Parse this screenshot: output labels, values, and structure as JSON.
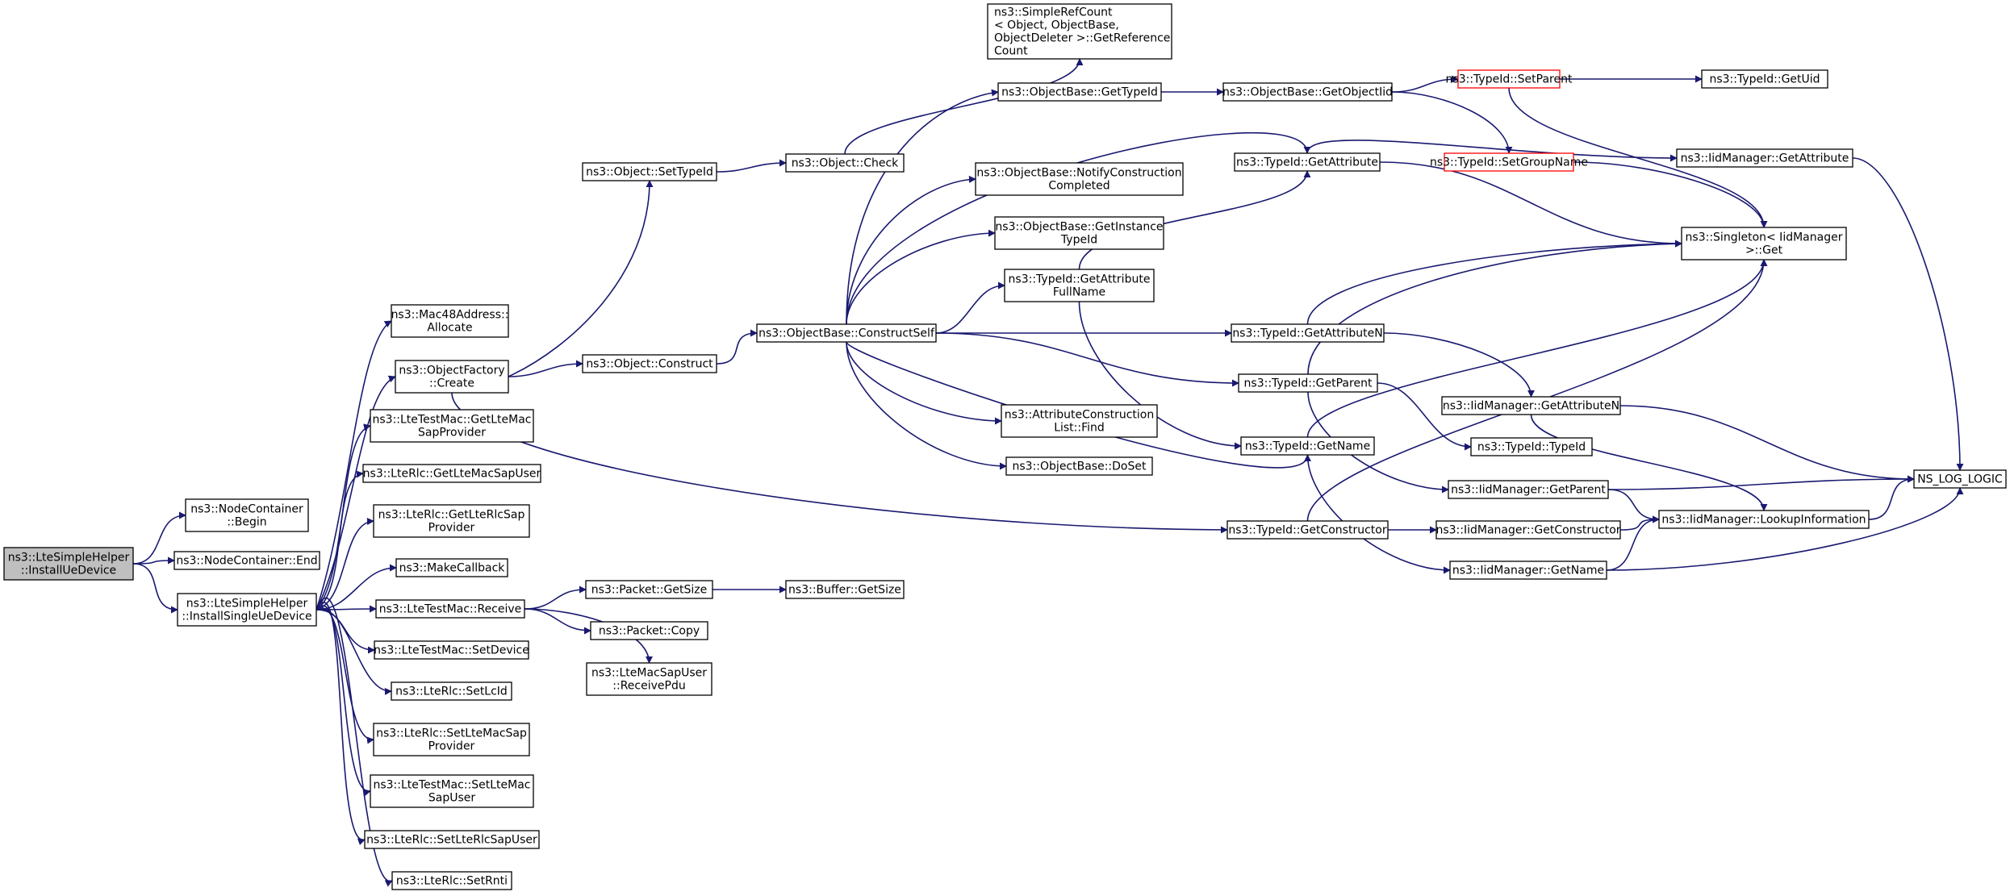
{
  "colors": {
    "edge": "#191970",
    "node_border": "#000000",
    "node_fill": "#ffffff",
    "root_fill": "#bfbfbf",
    "truncated_border": "#ff0000"
  },
  "nodes": [
    {
      "id": "root",
      "lines": [
        "ns3::LteSimpleHelper",
        "::InstallUeDevice"
      ],
      "style": "root"
    },
    {
      "id": "nc_begin",
      "lines": [
        "ns3::NodeContainer",
        "::Begin"
      ]
    },
    {
      "id": "nc_end",
      "lines": [
        "ns3::NodeContainer::End"
      ]
    },
    {
      "id": "install_single",
      "lines": [
        "ns3::LteSimpleHelper",
        "::InstallSingleUeDevice"
      ]
    },
    {
      "id": "mac48",
      "lines": [
        "ns3::Mac48Address::",
        "Allocate"
      ]
    },
    {
      "id": "objfactory",
      "lines": [
        "ns3::ObjectFactory",
        "::Create"
      ]
    },
    {
      "id": "getltemacsapprov",
      "lines": [
        "ns3::LteTestMac::GetLteMac",
        "SapProvider"
      ]
    },
    {
      "id": "getltemacsapuser",
      "lines": [
        "ns3::LteRlc::GetLteMacSapUser"
      ]
    },
    {
      "id": "getlterlcsapprov",
      "lines": [
        "ns3::LteRlc::GetLteRlcSap",
        "Provider"
      ]
    },
    {
      "id": "makecallback",
      "lines": [
        "ns3::MakeCallback"
      ]
    },
    {
      "id": "receive",
      "lines": [
        "ns3::LteTestMac::Receive"
      ]
    },
    {
      "id": "setdevice",
      "lines": [
        "ns3::LteTestMac::SetDevice"
      ]
    },
    {
      "id": "setlcid",
      "lines": [
        "ns3::LteRlc::SetLcId"
      ]
    },
    {
      "id": "setltemacsapprov",
      "lines": [
        "ns3::LteRlc::SetLteMacSap",
        "Provider"
      ]
    },
    {
      "id": "setltemacsapuser",
      "lines": [
        "ns3::LteTestMac::SetLteMac",
        "SapUser"
      ]
    },
    {
      "id": "setlterlcsapuser",
      "lines": [
        "ns3::LteRlc::SetLteRlcSapUser"
      ]
    },
    {
      "id": "setrnti",
      "lines": [
        "ns3::LteRlc::SetRnti"
      ]
    },
    {
      "id": "obj_settypeid",
      "lines": [
        "ns3::Object::SetTypeId"
      ]
    },
    {
      "id": "obj_construct",
      "lines": [
        "ns3::Object::Construct"
      ]
    },
    {
      "id": "pkt_getsize",
      "lines": [
        "ns3::Packet::GetSize"
      ]
    },
    {
      "id": "pkt_copy",
      "lines": [
        "ns3::Packet::Copy"
      ]
    },
    {
      "id": "receivepdu",
      "lines": [
        "ns3::LteMacSapUser",
        "::ReceivePdu"
      ]
    },
    {
      "id": "obj_check",
      "lines": [
        "ns3::Object::Check"
      ]
    },
    {
      "id": "buf_getsize",
      "lines": [
        "ns3::Buffer::GetSize"
      ]
    },
    {
      "id": "constructself",
      "lines": [
        "ns3::ObjectBase::ConstructSelf"
      ]
    },
    {
      "id": "simplerefcount",
      "lines": [
        "ns3::SimpleRefCount",
        "< Object, ObjectBase,",
        "ObjectDeleter >::GetReference",
        "Count"
      ],
      "align": "left"
    },
    {
      "id": "ob_gettypeid",
      "lines": [
        "ns3::ObjectBase::GetTypeId"
      ]
    },
    {
      "id": "ob_notify",
      "lines": [
        "ns3::ObjectBase::NotifyConstruction",
        "Completed"
      ]
    },
    {
      "id": "ob_getinstance",
      "lines": [
        "ns3::ObjectBase::GetInstance",
        "TypeId"
      ]
    },
    {
      "id": "tid_getattrfullname",
      "lines": [
        "ns3::TypeId::GetAttribute",
        "FullName"
      ]
    },
    {
      "id": "acl_find",
      "lines": [
        "ns3::AttributeConstruction",
        "List::Find"
      ]
    },
    {
      "id": "ob_doset",
      "lines": [
        "ns3::ObjectBase::DoSet"
      ]
    },
    {
      "id": "ob_getobjectiid",
      "lines": [
        "ns3::ObjectBase::GetObjectIid"
      ]
    },
    {
      "id": "tid_getattribute",
      "lines": [
        "ns3::TypeId::GetAttribute"
      ]
    },
    {
      "id": "tid_getattributen",
      "lines": [
        "ns3::TypeId::GetAttributeN"
      ]
    },
    {
      "id": "tid_getparent",
      "lines": [
        "ns3::TypeId::GetParent"
      ]
    },
    {
      "id": "tid_getname",
      "lines": [
        "ns3::TypeId::GetName"
      ]
    },
    {
      "id": "tid_getconstructor",
      "lines": [
        "ns3::TypeId::GetConstructor"
      ]
    },
    {
      "id": "tid_setparent",
      "lines": [
        "ns3::TypeId::SetParent"
      ],
      "style": "truncated"
    },
    {
      "id": "tid_setgroupname",
      "lines": [
        "ns3::TypeId::SetGroupName"
      ],
      "style": "truncated"
    },
    {
      "id": "iid_getattributen",
      "lines": [
        "ns3::IidManager::GetAttributeN"
      ]
    },
    {
      "id": "tid_typeid",
      "lines": [
        "ns3::TypeId::TypeId"
      ]
    },
    {
      "id": "iid_getparent",
      "lines": [
        "ns3::IidManager::GetParent"
      ]
    },
    {
      "id": "iid_getconstructor",
      "lines": [
        "ns3::IidManager::GetConstructor"
      ]
    },
    {
      "id": "iid_getname",
      "lines": [
        "ns3::IidManager::GetName"
      ]
    },
    {
      "id": "tid_getuid",
      "lines": [
        "ns3::TypeId::GetUid"
      ]
    },
    {
      "id": "iid_getattribute",
      "lines": [
        "ns3::IidManager::GetAttribute"
      ]
    },
    {
      "id": "singleton_get",
      "lines": [
        "ns3::Singleton< IidManager",
        " >::Get"
      ]
    },
    {
      "id": "iid_lookup",
      "lines": [
        "ns3::IidManager::LookupInformation"
      ]
    },
    {
      "id": "ns_log_logic",
      "lines": [
        "NS_LOG_LOGIC"
      ]
    }
  ]
}
